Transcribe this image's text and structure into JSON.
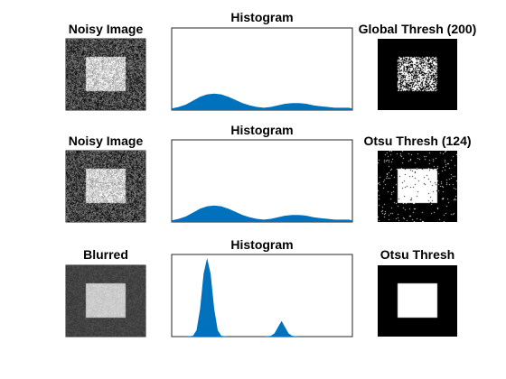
{
  "chart_data": {
    "type": "area",
    "rows": [
      {
        "left_title": "Noisy Image",
        "hist_title": "Histogram",
        "right_title": "Global Thresh (200)",
        "histogram": {
          "x": [
            0,
            10,
            20,
            30,
            40,
            50,
            60,
            70,
            80,
            90,
            100,
            110,
            120,
            130,
            140,
            150,
            160,
            170,
            180,
            190,
            200,
            210,
            220,
            230,
            240,
            250,
            255
          ],
          "values": [
            0.02,
            0.04,
            0.07,
            0.12,
            0.17,
            0.2,
            0.21,
            0.2,
            0.17,
            0.13,
            0.09,
            0.06,
            0.04,
            0.03,
            0.04,
            0.06,
            0.08,
            0.09,
            0.09,
            0.08,
            0.06,
            0.05,
            0.04,
            0.03,
            0.03,
            0.03,
            0.02
          ],
          "ylim": [
            0,
            1
          ]
        }
      },
      {
        "left_title": "Noisy Image",
        "hist_title": "Histogram",
        "right_title": "Otsu Thresh (124)",
        "histogram": {
          "x": [
            0,
            10,
            20,
            30,
            40,
            50,
            60,
            70,
            80,
            90,
            100,
            110,
            120,
            130,
            140,
            150,
            160,
            170,
            180,
            190,
            200,
            210,
            220,
            230,
            240,
            250,
            255
          ],
          "values": [
            0.02,
            0.04,
            0.07,
            0.12,
            0.17,
            0.2,
            0.21,
            0.2,
            0.17,
            0.13,
            0.09,
            0.06,
            0.04,
            0.03,
            0.04,
            0.06,
            0.08,
            0.09,
            0.09,
            0.08,
            0.06,
            0.05,
            0.04,
            0.03,
            0.03,
            0.03,
            0.02
          ],
          "ylim": [
            0,
            1
          ]
        }
      },
      {
        "left_title": "Blurred",
        "hist_title": "Histogram",
        "right_title": "Otsu Thresh",
        "histogram": {
          "x": [
            0,
            10,
            20,
            30,
            35,
            40,
            45,
            50,
            55,
            60,
            65,
            70,
            80,
            100,
            130,
            140,
            145,
            150,
            155,
            160,
            165,
            170,
            180,
            200,
            230,
            255
          ],
          "values": [
            0,
            0,
            0,
            0.01,
            0.08,
            0.35,
            0.8,
            1.0,
            0.8,
            0.35,
            0.08,
            0.01,
            0,
            0,
            0,
            0.01,
            0.04,
            0.12,
            0.2,
            0.12,
            0.04,
            0.01,
            0,
            0,
            0,
            0
          ],
          "ylim": [
            0,
            1
          ]
        }
      }
    ],
    "histogram_color": "#0072BD",
    "grid": false
  },
  "images": [
    {
      "kind": "noisy",
      "background_level": 0.28,
      "square_level": 0.82,
      "noise": 0.55
    },
    {
      "kind": "threshold",
      "background_white_fraction": 0.0,
      "square_white_fraction": 0.55
    },
    {
      "kind": "noisy",
      "background_level": 0.28,
      "square_level": 0.82,
      "noise": 0.55
    },
    {
      "kind": "threshold",
      "background_white_fraction": 0.03,
      "square_white_fraction": 0.97
    },
    {
      "kind": "noisy",
      "background_level": 0.26,
      "square_level": 0.8,
      "noise": 0.12
    },
    {
      "kind": "threshold",
      "background_white_fraction": 0.0,
      "square_white_fraction": 1.0
    }
  ]
}
